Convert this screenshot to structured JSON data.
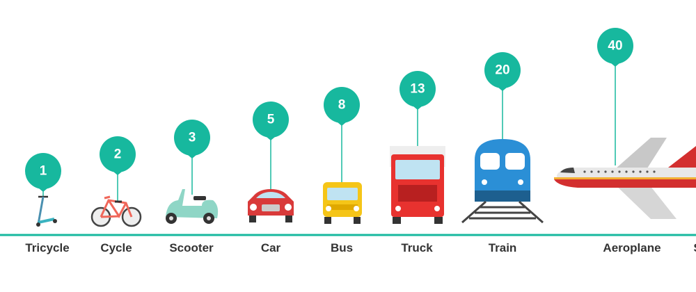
{
  "colors": {
    "accent": "#17b89e",
    "label": "#333333",
    "baseline": "#17b89e"
  },
  "items": [
    {
      "label": "Tricycle",
      "value": "1",
      "icon": "scooter-kick-icon"
    },
    {
      "label": "Cycle",
      "value": "2",
      "icon": "bicycle-icon"
    },
    {
      "label": "Scooter",
      "value": "3",
      "icon": "motor-scooter-icon"
    },
    {
      "label": "Car",
      "value": "5",
      "icon": "car-icon"
    },
    {
      "label": "Bus",
      "value": "8",
      "icon": "bus-icon"
    },
    {
      "label": "Truck",
      "value": "13",
      "icon": "truck-icon"
    },
    {
      "label": "Train",
      "value": "20",
      "icon": "train-icon"
    },
    {
      "label": "Aeroplane",
      "value": "40",
      "icon": "aeroplane-icon"
    },
    {
      "label": "S",
      "value": "",
      "icon": ""
    }
  ]
}
